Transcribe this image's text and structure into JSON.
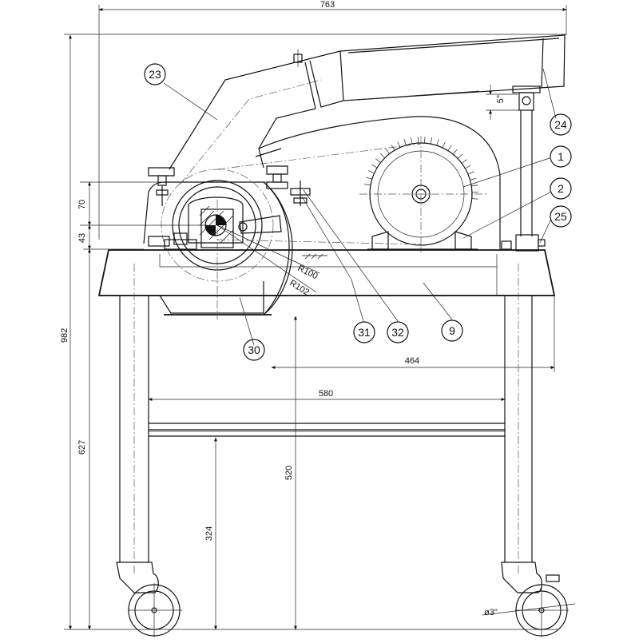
{
  "dimensions": {
    "top_width": "763",
    "overall_height": "982",
    "table_height": "627",
    "upper_70": "70",
    "upper_43": "43",
    "motor_offset": "464",
    "frame_width": "580",
    "leg_height": "520",
    "axle_height": "324",
    "radius_100": "R100",
    "radius_102": "R102",
    "angle": "5°",
    "wheel_dia": "ø3\""
  },
  "callouts": [
    "23",
    "24",
    "1",
    "2",
    "25",
    "31",
    "32",
    "9",
    "30"
  ]
}
